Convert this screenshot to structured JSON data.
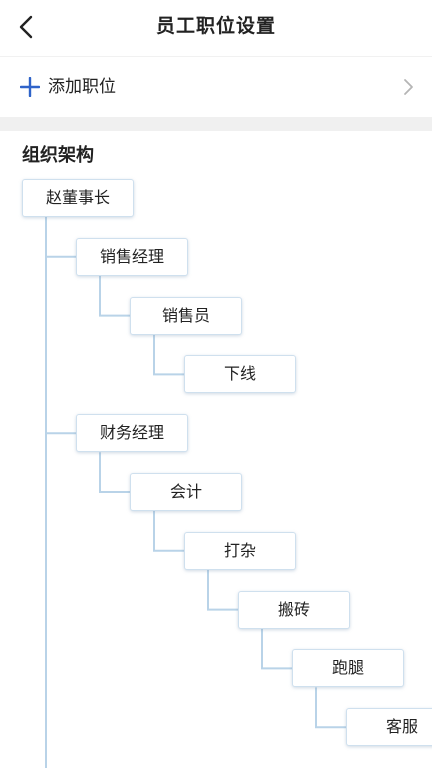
{
  "header": {
    "title": "员工职位设置",
    "back_icon": "chevron-left-icon"
  },
  "add_position": {
    "label": "添加职位",
    "icon": "plus-icon",
    "accent_color": "#2f63c9"
  },
  "org_chart": {
    "title": "组织架构",
    "line_color": "#b9d3e8",
    "nodes": [
      {
        "label": "赵董事长",
        "depth": 0
      },
      {
        "label": "销售经理",
        "depth": 1
      },
      {
        "label": "销售员",
        "depth": 2
      },
      {
        "label": "下线",
        "depth": 3
      },
      {
        "label": "财务经理",
        "depth": 1
      },
      {
        "label": "会计",
        "depth": 2
      },
      {
        "label": "打杂",
        "depth": 3
      },
      {
        "label": "搬砖",
        "depth": 4
      },
      {
        "label": "跑腿",
        "depth": 5
      },
      {
        "label": "客服",
        "depth": 6
      }
    ]
  }
}
